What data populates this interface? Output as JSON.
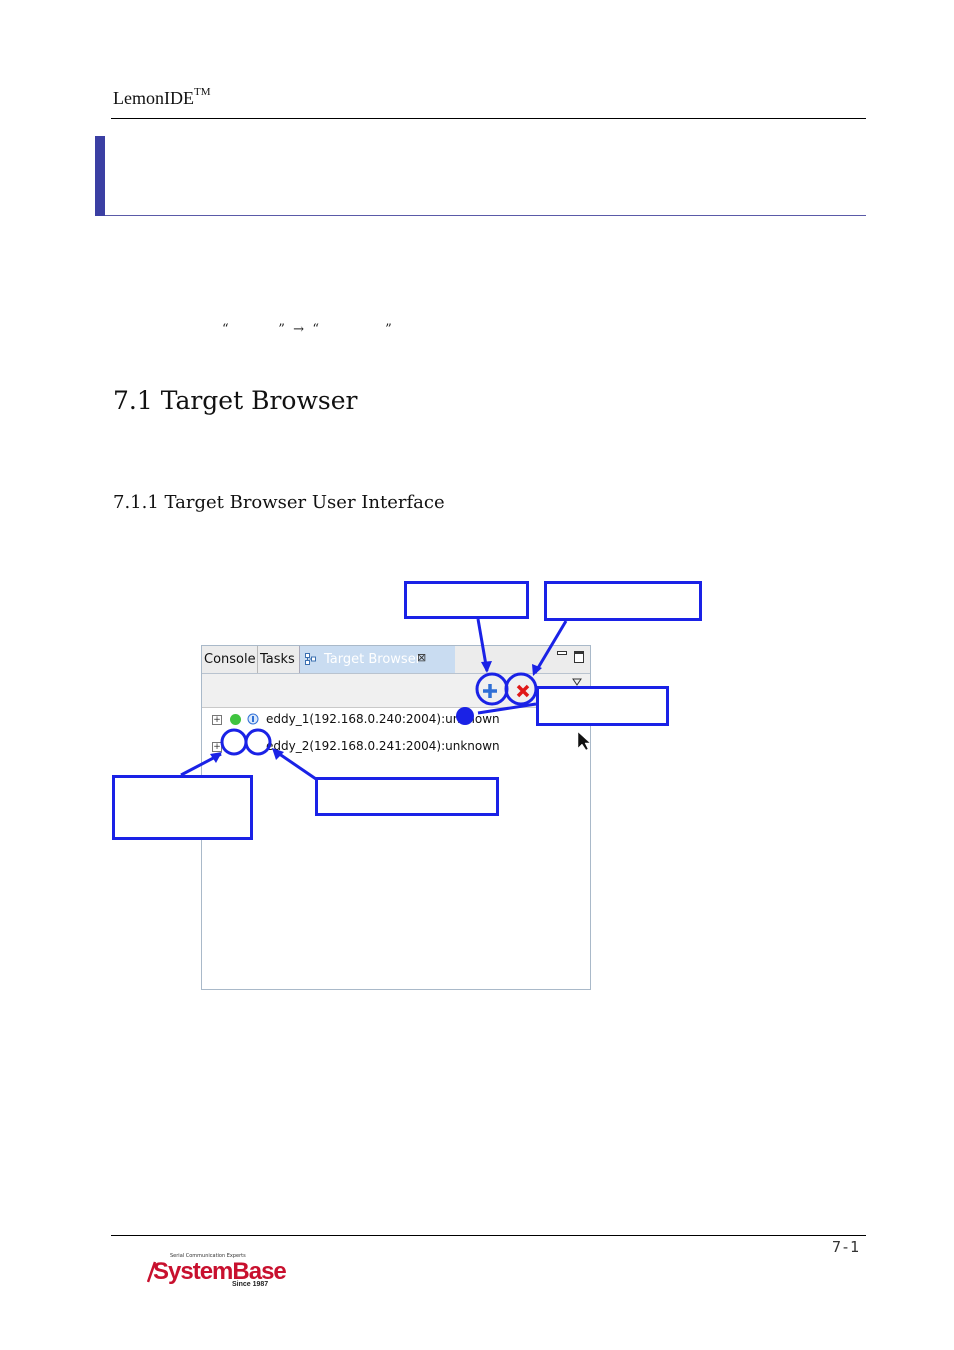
{
  "header": {
    "title": "LemonIDE",
    "title_sup": "TM"
  },
  "menu_path": {
    "open_quote_1": "“",
    "close_quote_1": "”",
    "arrow": "→",
    "open_quote_2": "“",
    "close_quote_2": "”"
  },
  "section": {
    "heading": "7.1 Target Browser",
    "subheading": "7.1.1 Target Browser User Interface"
  },
  "view": {
    "tabs": [
      {
        "label": "Console"
      },
      {
        "label": "Tasks"
      },
      {
        "label": "Target Browser",
        "active": true
      }
    ],
    "tab_close_glyph": "⊠",
    "toolbar": {
      "add_icon": "plus-icon",
      "remove_icon": "red-x-icon"
    },
    "rows": [
      {
        "expander": "+",
        "status_color": "#3fc43f",
        "label": "eddy_1(192.168.0.240:2004):unknown"
      },
      {
        "expander": "+",
        "status_color": "#3fc43f",
        "label": "eddy_2(192.168.0.241:2004):unknown"
      }
    ]
  },
  "colors": {
    "callout": "#1a22e6",
    "chapter_bar": "#3b3fa3",
    "tab_active_bg": "#c9dcf1",
    "brand_red": "#c8102e"
  },
  "footer": {
    "page_number": "7-1",
    "logo_tagline": "Serial Communication Experts",
    "logo_name": "SystemBase",
    "logo_since": "Since 1987"
  }
}
